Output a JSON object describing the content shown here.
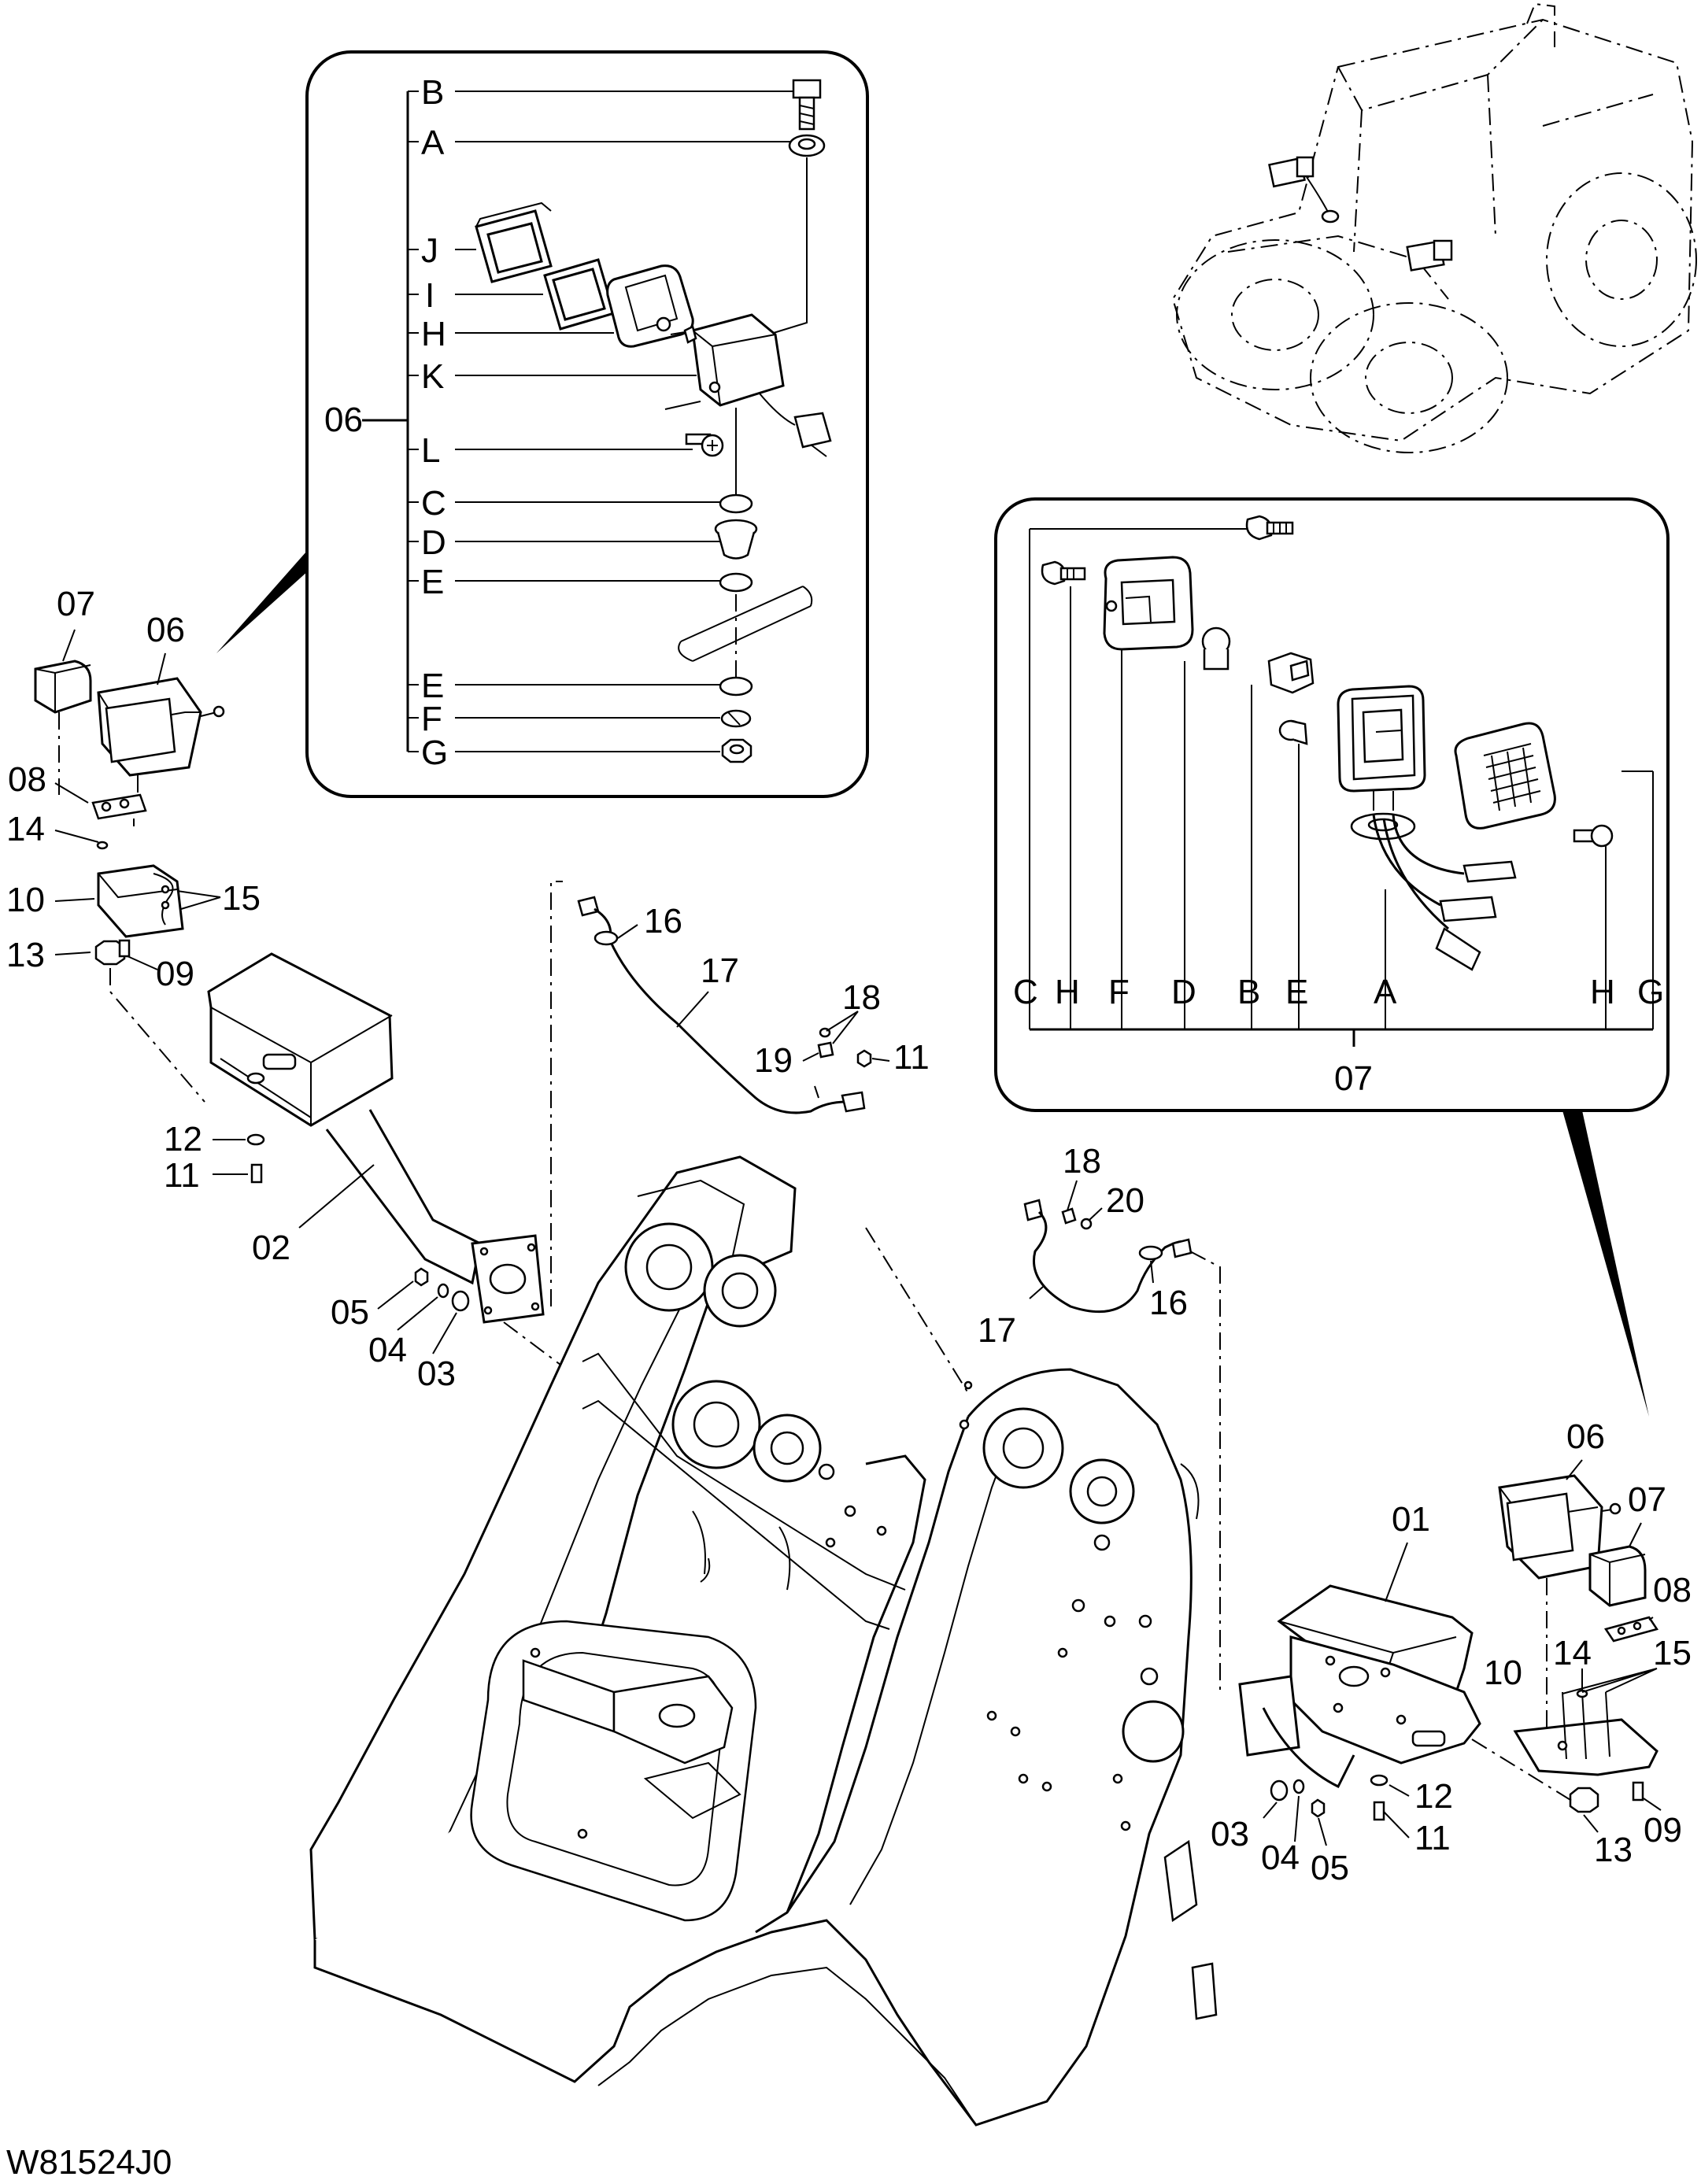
{
  "drawing_code": "W81524J0",
  "detail_06": {
    "group_label": "06",
    "items": [
      "B",
      "A",
      "J",
      "I",
      "H",
      "K",
      "L",
      "C",
      "D",
      "E",
      "E",
      "F",
      "G"
    ]
  },
  "detail_07": {
    "group_label": "07",
    "items": [
      "C",
      "H",
      "F",
      "D",
      "B",
      "E",
      "A",
      "H",
      "G"
    ]
  },
  "callouts": {
    "left_lamp_07": "07",
    "left_lamp_06": "06",
    "left_08": "08",
    "left_14": "14",
    "left_10": "10",
    "left_15": "15",
    "left_13": "13",
    "left_09": "09",
    "left_12": "12",
    "left_11": "11",
    "left_02": "02",
    "left_05": "05",
    "left_04": "04",
    "left_03": "03",
    "harness_16_top": "16",
    "harness_17_top": "17",
    "harness_18_top": "18",
    "harness_19": "19",
    "harness_11_top": "11",
    "harness_18_mid": "18",
    "harness_20": "20",
    "harness_17_mid": "17",
    "harness_16_mid": "16",
    "right_06": "06",
    "right_07": "07",
    "right_01": "01",
    "right_08": "08",
    "right_14": "14",
    "right_10": "10",
    "right_15": "15",
    "right_12": "12",
    "right_03": "03",
    "right_04": "04",
    "right_05": "05",
    "right_11": "11",
    "right_13": "13",
    "right_09": "09"
  }
}
